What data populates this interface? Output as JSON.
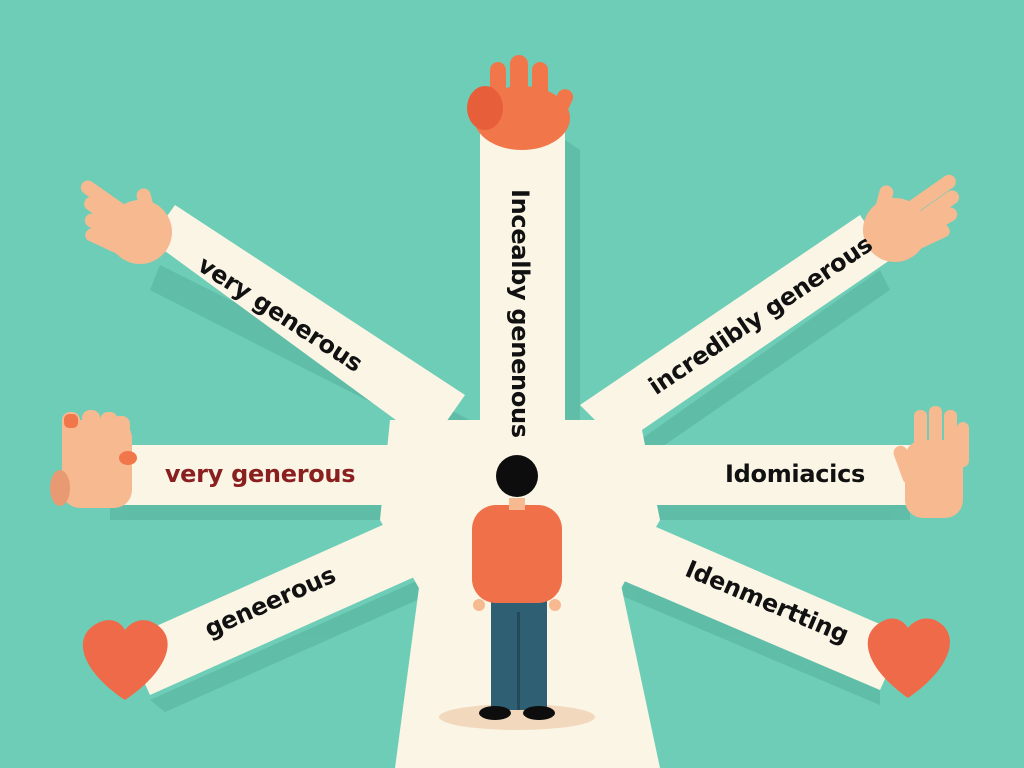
{
  "colors": {
    "background": "#6ecdb7",
    "background_shadow": "#5bb7a2",
    "beam": "#fbf5e6",
    "skin": "#f7b990",
    "skin_dark": "#e89a73",
    "orange_hand": "#f1774b",
    "heart": "#ef6a48",
    "shirt": "#f07049",
    "pants": "#2e5f73",
    "hair": "#0d0d0d",
    "label_text": "#111111",
    "label_highlight": "#8a1f1f",
    "shadow_ellipse": "#f2d9bd"
  },
  "beams": [
    {
      "id": "top",
      "label": "Incealby genenous",
      "end_icon": "orange-hand"
    },
    {
      "id": "upper-left",
      "label": "very generous",
      "end_icon": "open-hand"
    },
    {
      "id": "upper-right",
      "label": "incredibly generous",
      "end_icon": "open-hand"
    },
    {
      "id": "middle-left",
      "label": "very generous",
      "end_icon": "raised-hand",
      "highlight": true
    },
    {
      "id": "middle-right",
      "label": "Idomiacics",
      "end_icon": "raised-hand"
    },
    {
      "id": "lower-left",
      "label": "geneerous",
      "end_icon": "heart"
    },
    {
      "id": "lower-right",
      "label": "Idenmertting",
      "end_icon": "heart"
    }
  ],
  "center_figure": {
    "description": "person standing at center, orange sweater, teal pants"
  }
}
